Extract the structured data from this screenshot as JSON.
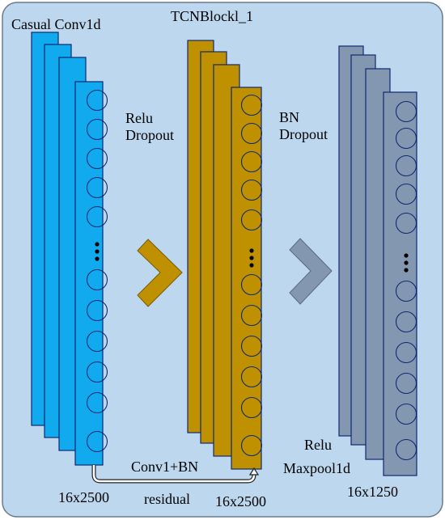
{
  "title": "TCNBlockl_1",
  "colors": {
    "background": "#bdd7ee",
    "border": "#6b7a8c",
    "stage1_fill": "#11aaee",
    "stage2_fill": "#bf9000",
    "stage3_fill": "#8497b0",
    "channel_stroke": "#0f2a73"
  },
  "stages": [
    {
      "name": "Casual Conv1d",
      "ops": [
        "Relu",
        "Dropout"
      ],
      "shape": "16x2500"
    },
    {
      "name": "",
      "ops": [
        "BN",
        "Dropout"
      ],
      "shape": "16x2500"
    },
    {
      "name": "",
      "ops": [
        "Relu",
        "Maxpool1d"
      ],
      "shape": "16x1250"
    }
  ],
  "residual": {
    "label": "residual",
    "op": "Conv1+BN"
  }
}
